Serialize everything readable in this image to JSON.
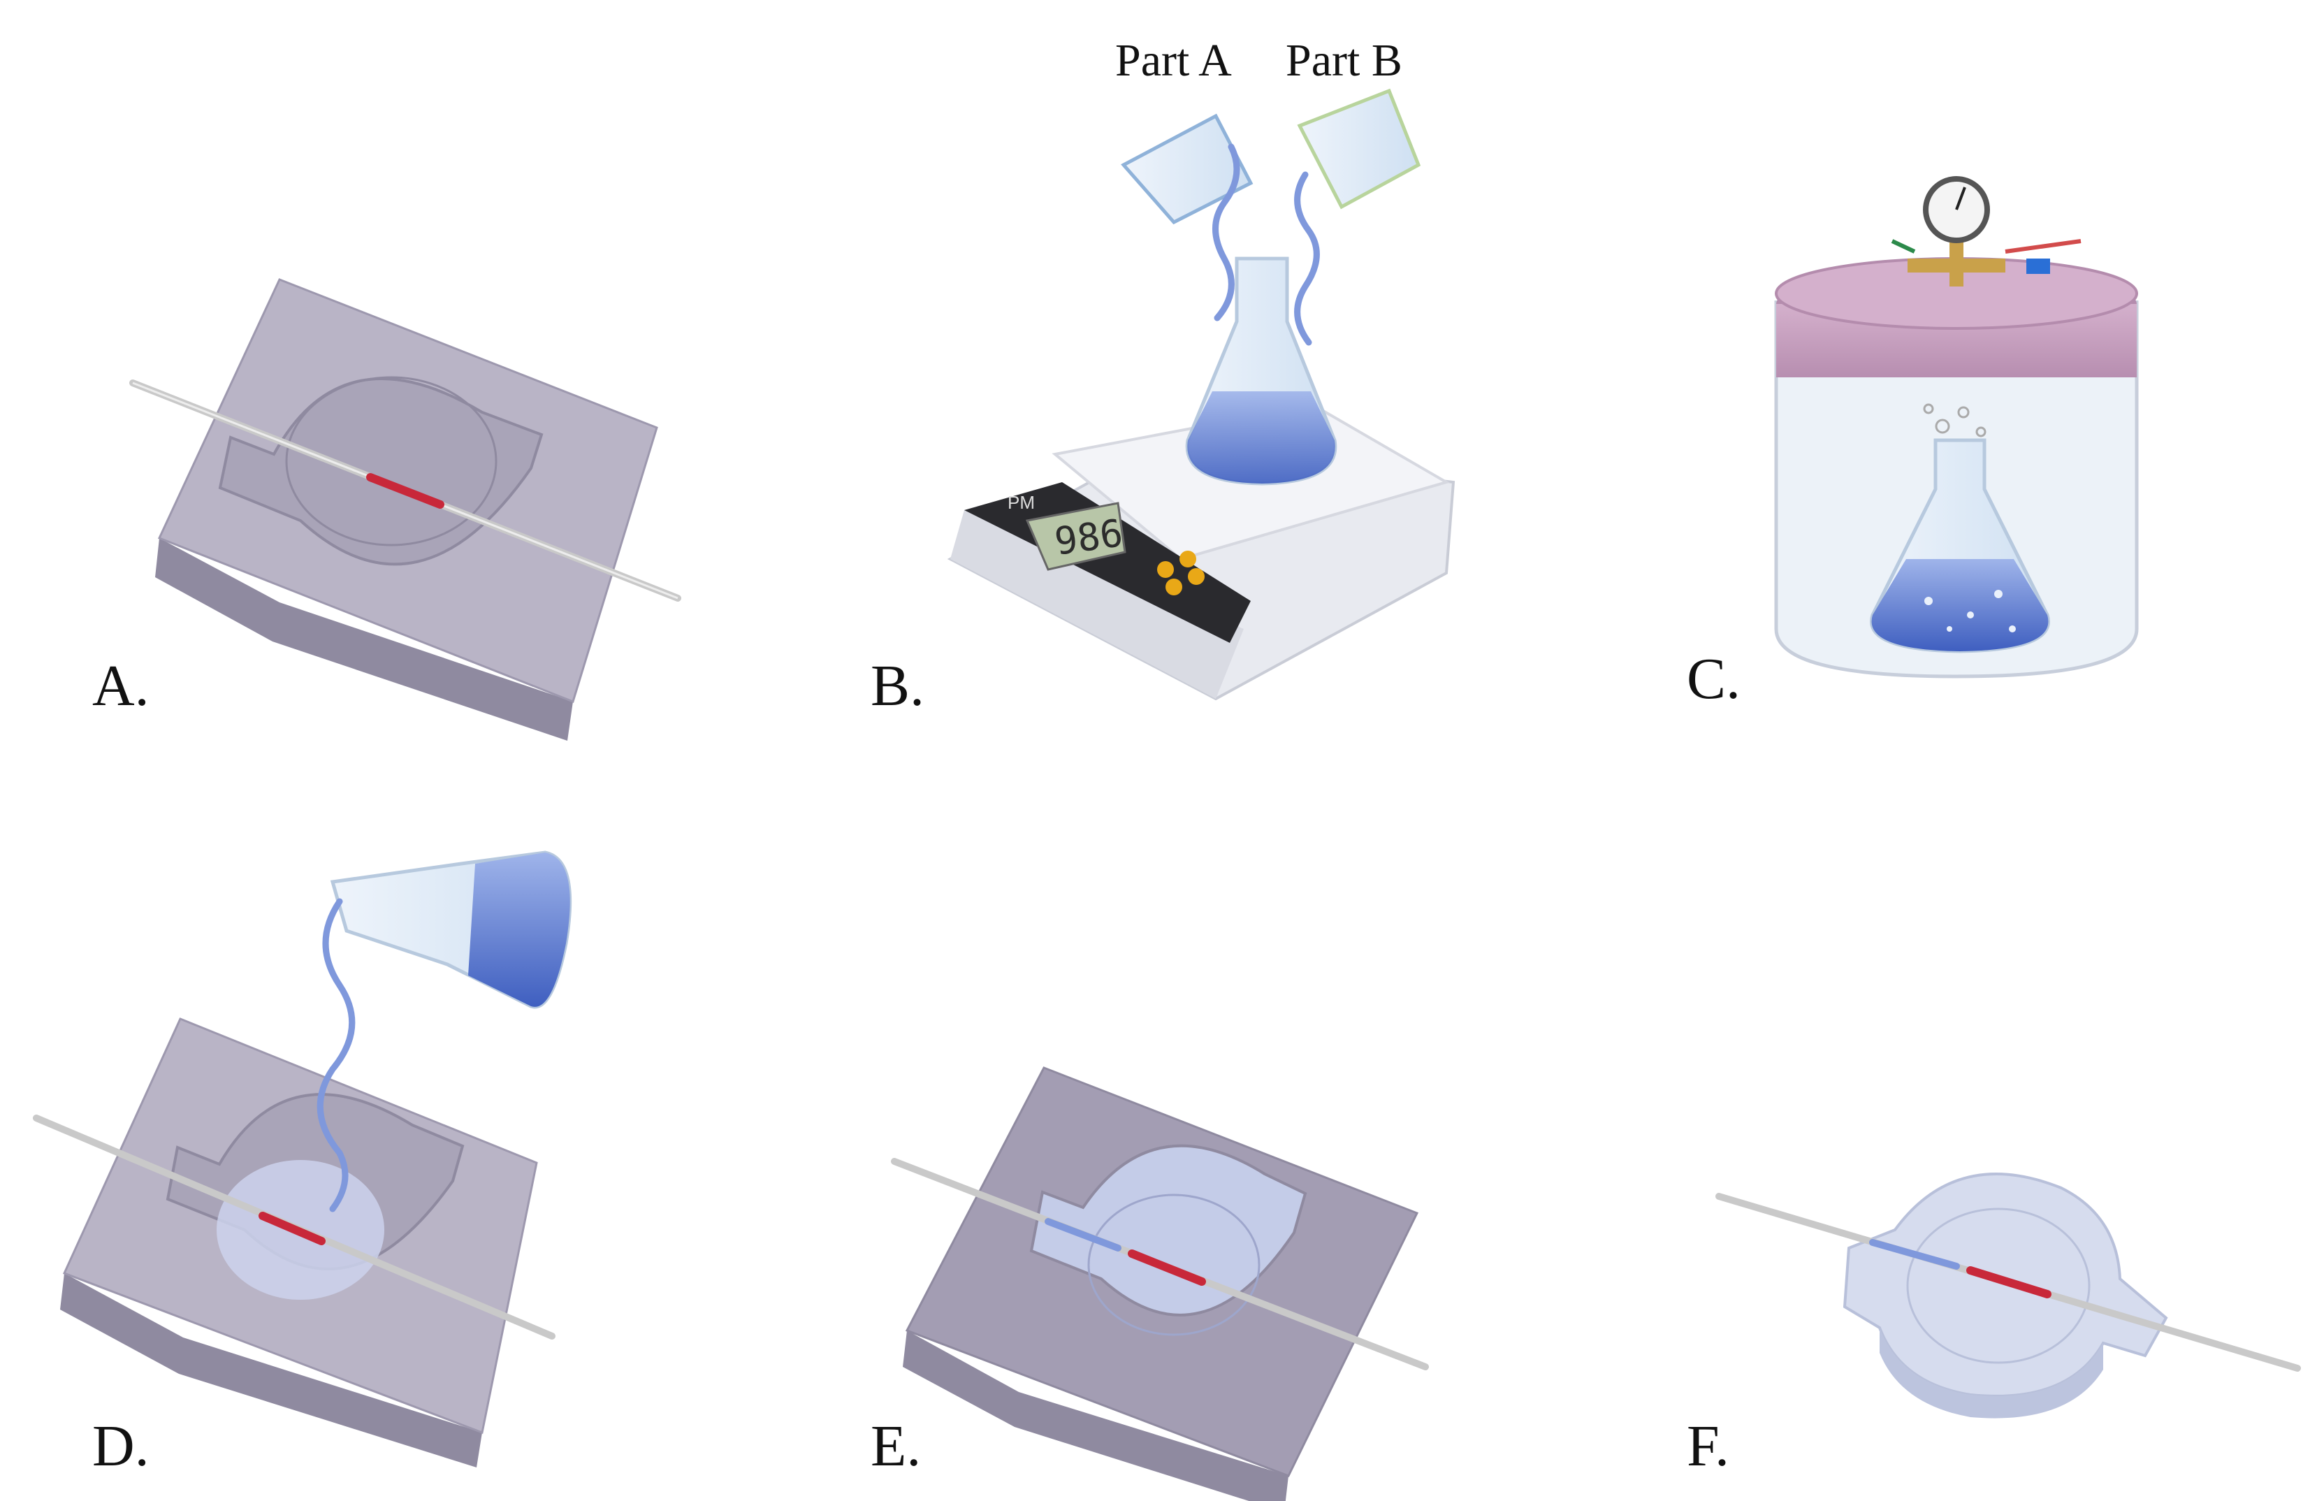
{
  "panels": {
    "a": {
      "label": "A."
    },
    "b": {
      "label": "B.",
      "part_a": "Part A",
      "part_b": "Part B",
      "scale_brand": "PM",
      "scale_reading": "986"
    },
    "c": {
      "label": "C."
    },
    "d": {
      "label": "D."
    },
    "e": {
      "label": "E."
    },
    "f": {
      "label": "F."
    }
  },
  "colors": {
    "mold": "#b9b4c6",
    "mold_dark": "#8f8aa0",
    "rod": "#c9c9c9",
    "sensor": "#c8283a",
    "liquid": "#5f7fd0",
    "cured": "#d6dcee",
    "lid": "#c199b9"
  }
}
